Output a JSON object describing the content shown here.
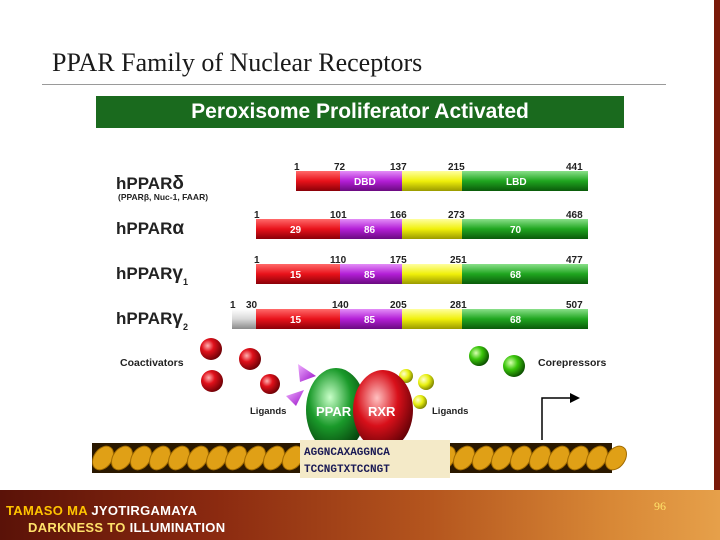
{
  "slide": {
    "title": "PPAR Family of Nuclear Receptors",
    "banner": "Peroxisome Proliferator Activated",
    "page_number": "96"
  },
  "footer": {
    "line1_a": "TAMASO MA ",
    "line1_b": "JYOTIRGAMAYA",
    "line2_a": "DARKNESS TO ",
    "line2_b": "ILLUMINATION"
  },
  "receptors": [
    {
      "name": "hPPAR",
      "greek": "δ",
      "sub": "",
      "alias": "(PPARβ, Nuc-1, FAAR)",
      "positions": [
        "1",
        "72",
        "137",
        "215",
        "441"
      ],
      "domain_labels": [
        "",
        "DBD",
        "",
        "LBD"
      ]
    },
    {
      "name": "hPPAR",
      "greek": "α",
      "sub": "",
      "alias": "",
      "positions": [
        "1",
        "101",
        "166",
        "273",
        "468"
      ],
      "domain_labels": [
        "29",
        "86",
        "",
        "70"
      ]
    },
    {
      "name": "hPPAR",
      "greek": "γ",
      "sub": "1",
      "alias": "",
      "positions": [
        "1",
        "110",
        "175",
        "251",
        "477"
      ],
      "domain_labels": [
        "15",
        "85",
        "",
        "68"
      ]
    },
    {
      "name": "hPPAR",
      "greek": "γ",
      "sub": "2",
      "alias": "",
      "positions": [
        "1",
        "30",
        "140",
        "205",
        "281",
        "507"
      ],
      "domain_labels": [
        "15",
        "85",
        "",
        "68"
      ]
    }
  ],
  "mechanism": {
    "coactivators": "Coactivators",
    "corepressors": "Corepressors",
    "ligands_left": "Ligands",
    "ligands_right": "Ligands",
    "ppar": "PPAR",
    "rxr": "RXR",
    "seq_top": "AGGNCAXAGGNCA",
    "seq_bottom": "TCCNGTXTCCNGT"
  },
  "colors": {
    "n_terminal": "#e8121a",
    "dbd": "#b31ed6",
    "hinge": "#f0f00a",
    "lbd": "#1fa51f",
    "banner": "#1a6a1e",
    "dna": "#e0a016"
  }
}
